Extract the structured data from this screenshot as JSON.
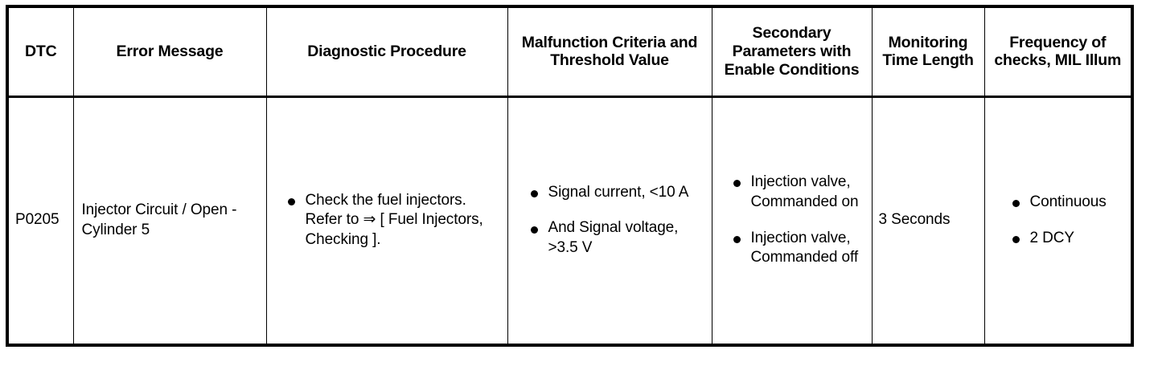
{
  "table": {
    "columns": [
      {
        "key": "dtc",
        "label": "DTC"
      },
      {
        "key": "error",
        "label": "Error Message"
      },
      {
        "key": "proc",
        "label": "Diagnostic Procedure"
      },
      {
        "key": "malf",
        "label": "Malfunction Criteria and Threshold Value"
      },
      {
        "key": "sec",
        "label": "Secondary Parameters with Enable Conditions"
      },
      {
        "key": "mon",
        "label": "Monitoring Time Length"
      },
      {
        "key": "freq",
        "label": "Frequency of checks, MIL Illum"
      }
    ],
    "rows": [
      {
        "dtc": "P0205",
        "error": "Injector Circuit / Open - Cylinder 5",
        "procedure_items": [
          "Check the fuel injectors. Refer to ⇒ [ Fuel Injectors, Checking ]."
        ],
        "malfunction_items": [
          "Signal current, <10 A",
          "And Signal voltage, >3.5 V"
        ],
        "secondary_items": [
          "Injection valve, Commanded on",
          "Injection valve, Commanded off"
        ],
        "monitoring_time": "3 Seconds",
        "frequency_items": [
          "Continuous",
          "2 DCY"
        ]
      }
    ]
  },
  "style": {
    "border_color": "#000000",
    "text_color": "#000000",
    "background": "#ffffff"
  }
}
